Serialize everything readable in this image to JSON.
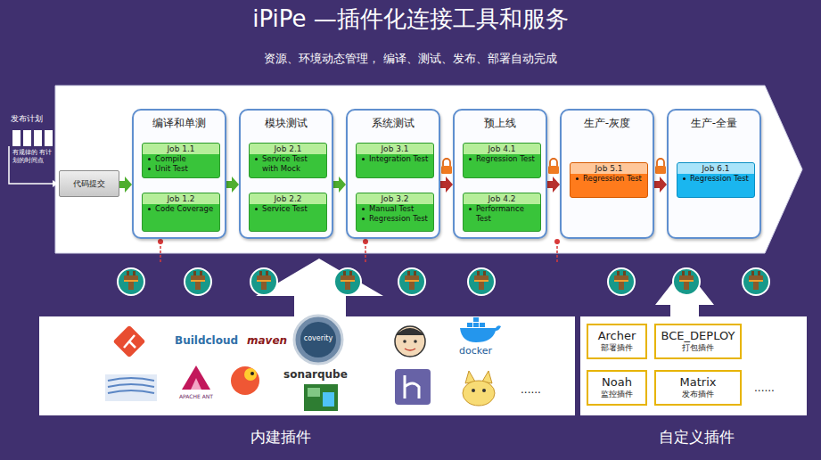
{
  "diagram": {
    "title": "iPiPe —插件化连接工具和服务",
    "nodes": [
      {
        "text": [
          "代码提交"
        ]
      },
      {
        "text": [
          "编译和单测"
        ]
      },
      {
        "text": [
          "Job 1.1",
          "Compile",
          "Unit Test"
        ],
        "in": 1
      },
      {
        "text": [
          "Job 1.2",
          "Code Coverage"
        ],
        "in": 1
      },
      {
        "text": [
          "模块测试"
        ]
      },
      {
        "text": [
          "Job 2.1",
          "Service Test with Mock"
        ],
        "in": 4
      },
      {
        "text": [
          "Job 2.2",
          "Service Test"
        ],
        "in": 4
      },
      {
        "text": [
          "系统测试"
        ]
      },
      {
        "text": [
          "Job 3.1",
          "Integration Test"
        ],
        "in": 7
      },
      {
        "text": [
          "Job 3.2",
          "Manual Test",
          "Regression Test"
        ],
        "in": 7
      },
      {
        "text": [
          "预上线"
        ]
      },
      {
        "text": [
          "Job 4.1",
          "Regression Test"
        ],
        "in": 10
      },
      {
        "text": [
          "Job 4.2",
          "Performance Test"
        ],
        "in": 10
      },
      {
        "text": [
          "生产-灰度"
        ]
      },
      {
        "text": [
          "Job 5.1",
          "Regression Test"
        ],
        "in": 13
      },
      {
        "text": [
          "生产-全量"
        ]
      },
      {
        "text": [
          "Job 6.1",
          "Regression Test"
        ],
        "in": 15
      },
      {
        "text": [
          "Archer",
          "部署插件"
        ]
      },
      {
        "text": [
          "BCE_DEPLOY",
          "打包插件"
        ]
      },
      {
        "text": [
          "Noah",
          "监控插件"
        ]
      },
      {
        "text": [
          "Matrix",
          "发布插件"
        ]
      }
    ],
    "edges": [
      {
        "from": 0,
        "to": 1,
        "arrow": "to"
      },
      {
        "from": 1,
        "to": 4,
        "arrow": "to"
      },
      {
        "from": 4,
        "to": 7,
        "arrow": "to"
      },
      {
        "from": 7,
        "to": 10,
        "arrow": "to"
      },
      {
        "from": 10,
        "to": 13,
        "arrow": "to"
      },
      {
        "from": 13,
        "to": 15,
        "arrow": "to"
      }
    ],
    "labels": [
      "资源、环境动态管理， 编译、测试、发布、部署自动完成",
      "发布计划",
      "有规律的 有计划的时间点",
      "Buildcloud",
      "maven",
      "coverity",
      "sonarqube",
      "APACHE ANT",
      "docker",
      "......",
      "......",
      "内建插件",
      "自定义插件"
    ]
  }
}
